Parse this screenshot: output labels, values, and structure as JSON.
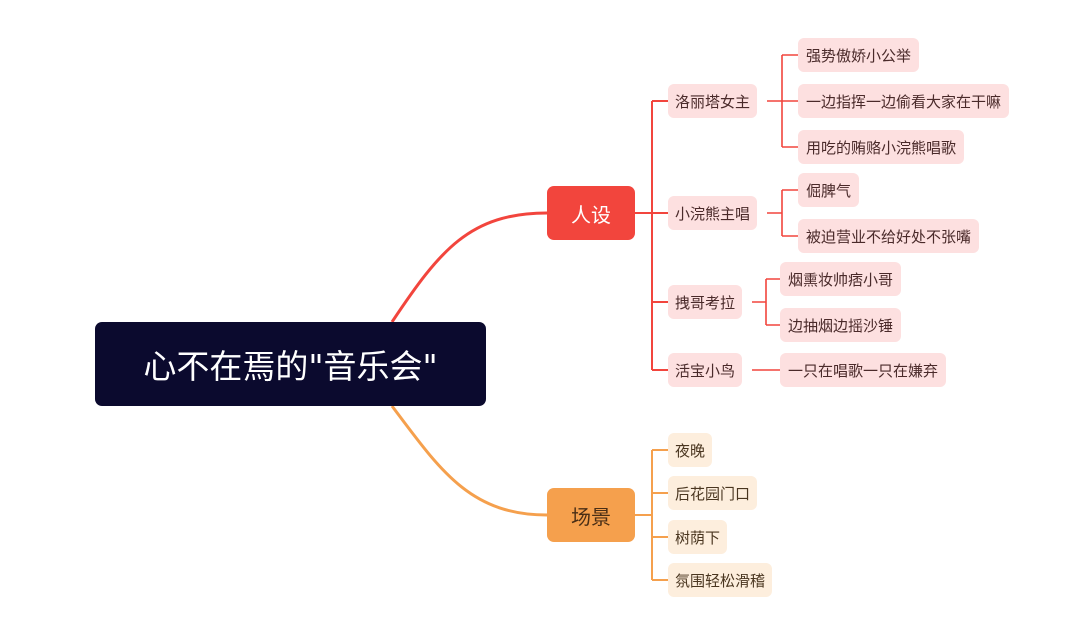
{
  "mindmap": {
    "root": "心不在焉的\"音乐会\"",
    "branches": [
      {
        "label": "人设",
        "color": "#f2453d",
        "children": [
          {
            "label": "洛丽塔女主",
            "children": [
              "强势傲娇小公举",
              "一边指挥一边偷看大家在干嘛",
              "用吃的贿赂小浣熊唱歌"
            ]
          },
          {
            "label": "小浣熊主唱",
            "children": [
              "倔脾气",
              "被迫营业不给好处不张嘴"
            ]
          },
          {
            "label": "拽哥考拉",
            "children": [
              "烟熏妆帅痞小哥",
              "边抽烟边摇沙锤"
            ]
          },
          {
            "label": "活宝小鸟",
            "children": [
              "一只在唱歌一只在嫌弃"
            ]
          }
        ]
      },
      {
        "label": "场景",
        "color": "#f5a04d",
        "children": [
          {
            "label": "夜晚",
            "children": []
          },
          {
            "label": "后花园门口",
            "children": []
          },
          {
            "label": "树荫下",
            "children": []
          },
          {
            "label": "氛围轻松滑稽",
            "children": []
          }
        ]
      }
    ]
  }
}
